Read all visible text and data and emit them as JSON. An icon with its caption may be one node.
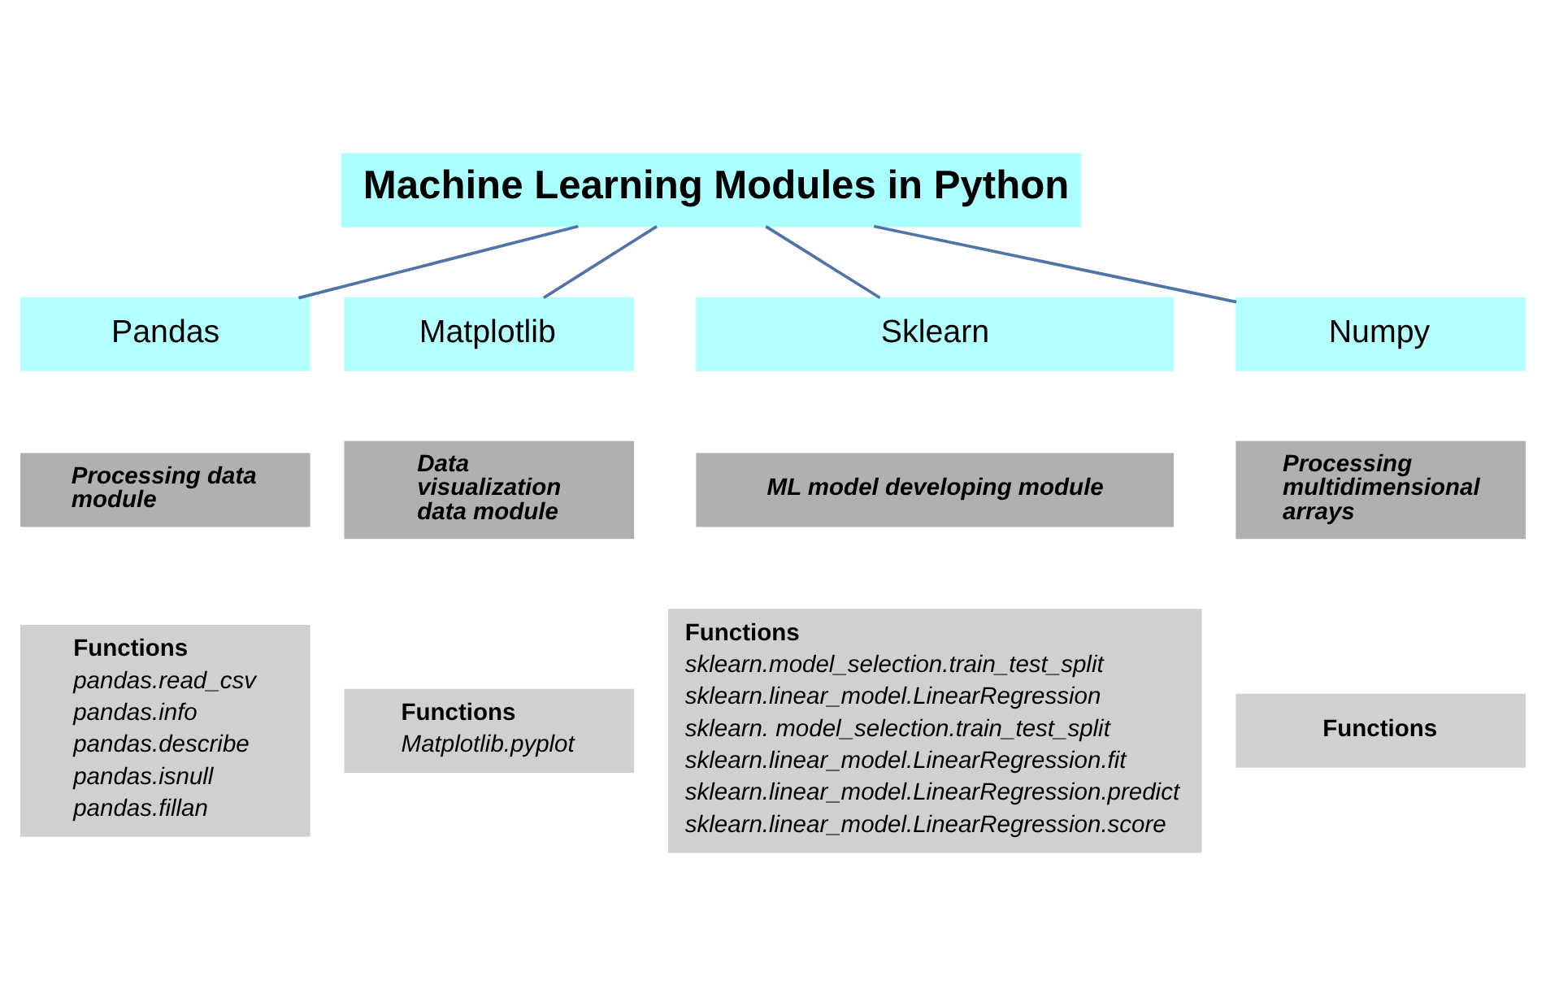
{
  "diagram": {
    "nodes": [
      {
        "text": [
          "Machine Learning Modules in Python"
        ]
      },
      {
        "text": [
          "Pandas"
        ]
      },
      {
        "text": [
          "Processing data module"
        ]
      },
      {
        "text": [
          "Functions",
          "pandas.read_csv",
          "pandas.info",
          "pandas.describe",
          "pandas.isnull",
          "pandas.fillan"
        ]
      },
      {
        "text": [
          "Matplotlib"
        ]
      },
      {
        "text": [
          "Data visualization data module"
        ]
      },
      {
        "text": [
          "Functions",
          "Matplotlib.pyplot"
        ]
      },
      {
        "text": [
          "Sklearn"
        ]
      },
      {
        "text": [
          "ML model developing module"
        ]
      },
      {
        "text": [
          "Functions",
          "sklearn.model_selection.train_test_split",
          "sklearn.linear_model.LinearRegression",
          "sklearn. model_selection.train_test_split",
          "sklearn.linear_model.LinearRegression.fit",
          "sklearn.linear_model.LinearRegression.predict",
          "sklearn.linear_model.LinearRegression.score"
        ]
      },
      {
        "text": [
          "Numpy"
        ]
      },
      {
        "text": [
          "Processing multidimensional arrays"
        ]
      },
      {
        "text": [
          "Functions"
        ]
      }
    ],
    "edges": [
      {
        "from": 0,
        "to": 1,
        "arrow": "none"
      },
      {
        "from": 0,
        "to": 4,
        "arrow": "none"
      },
      {
        "from": 0,
        "to": 7,
        "arrow": "none"
      },
      {
        "from": 0,
        "to": 10,
        "arrow": "none"
      }
    ]
  }
}
